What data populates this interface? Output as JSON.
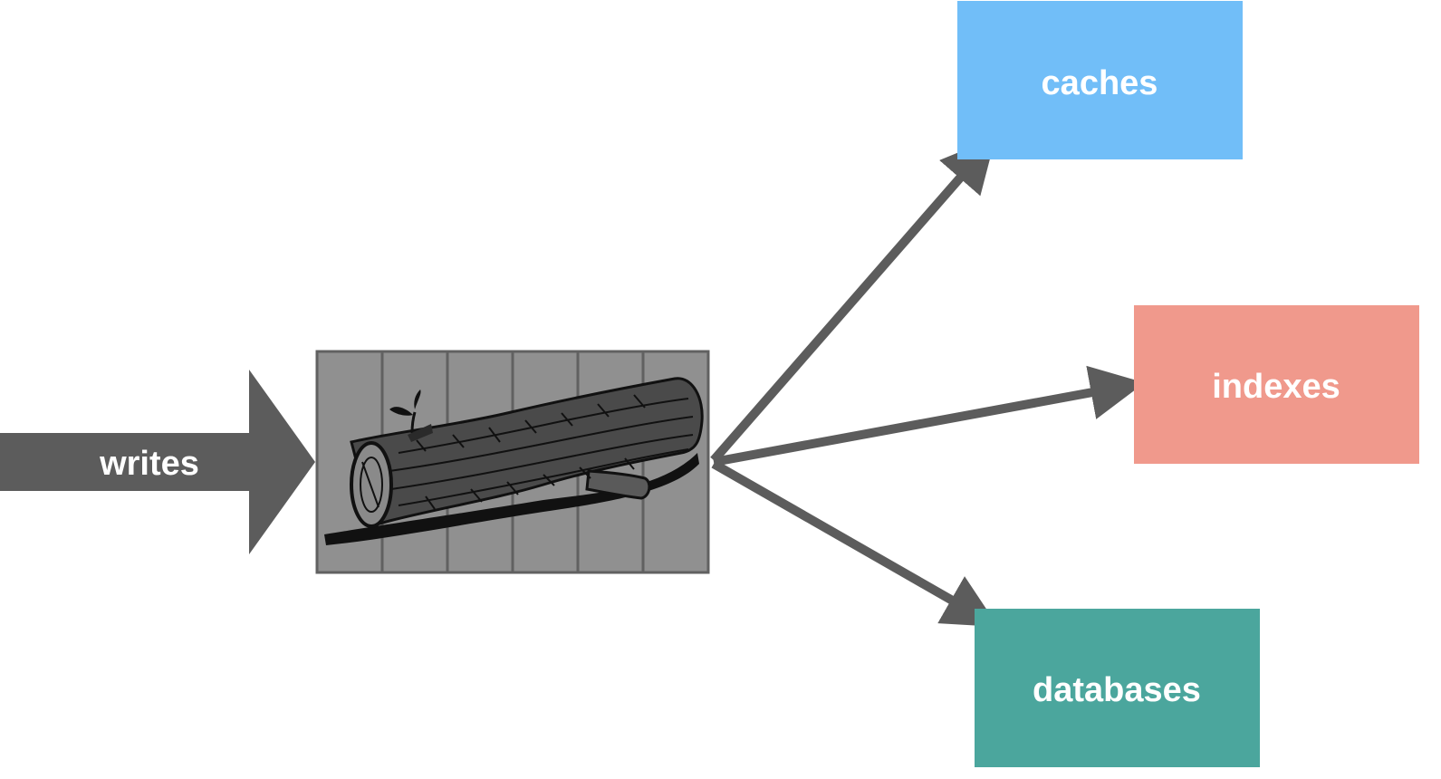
{
  "diagram": {
    "input": {
      "label": "writes",
      "color": "#5c5c5c"
    },
    "log": {
      "segment_count": 6,
      "fill_color": "#909090",
      "border_color": "#616161",
      "illustration": "log-icon"
    },
    "arrow_color": "#5c5c5c",
    "targets": [
      {
        "label": "caches",
        "color": "#71bef8"
      },
      {
        "label": "indexes",
        "color": "#f0998c"
      },
      {
        "label": "databases",
        "color": "#4ba69d"
      }
    ]
  }
}
